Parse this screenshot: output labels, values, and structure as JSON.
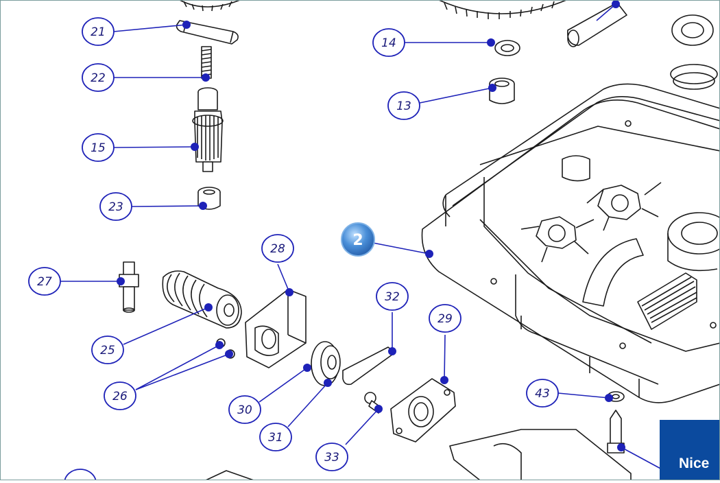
{
  "callouts": [
    {
      "label": "21",
      "color": "#1e22b8"
    },
    {
      "label": "22",
      "color": "#1e22b8"
    },
    {
      "label": "15",
      "color": "#1e22b8"
    },
    {
      "label": "23",
      "color": "#1e22b8"
    },
    {
      "label": "27",
      "color": "#1e22b8"
    },
    {
      "label": "25",
      "color": "#1e22b8"
    },
    {
      "label": "26",
      "color": "#1e22b8"
    },
    {
      "label": "28",
      "color": "#1e22b8"
    },
    {
      "label": "30",
      "color": "#1e22b8"
    },
    {
      "label": "31",
      "color": "#1e22b8"
    },
    {
      "label": "33",
      "color": "#1e22b8"
    },
    {
      "label": "32",
      "color": "#1e22b8"
    },
    {
      "label": "29",
      "color": "#1e22b8"
    },
    {
      "label": "14",
      "color": "#1e22b8"
    },
    {
      "label": "13",
      "color": "#1e22b8"
    },
    {
      "label": "43",
      "color": "#1e22b8"
    }
  ],
  "highlight_marker": {
    "label": "2",
    "color": "#4a8fd8"
  },
  "brand": {
    "name": "Nice",
    "color": "#0b4a9e"
  }
}
